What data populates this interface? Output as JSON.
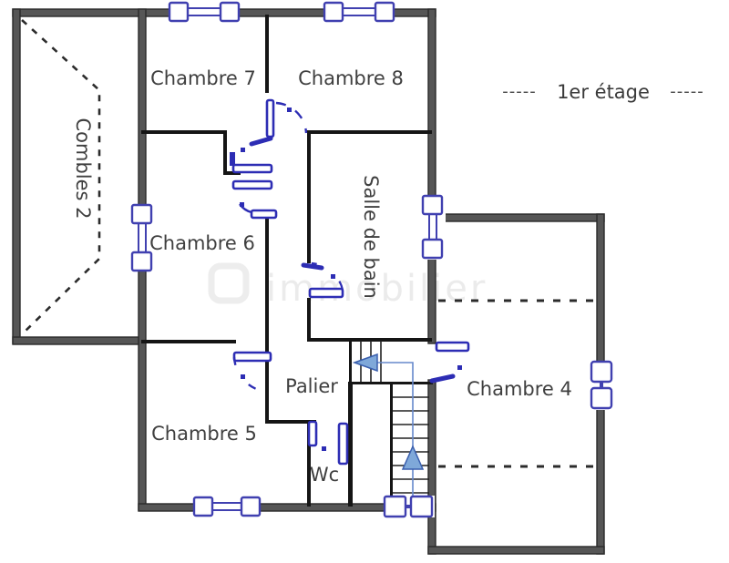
{
  "floor_plan": {
    "floor_label": {
      "text": "1er étage",
      "dash_left": "-----",
      "dash_right": "-----"
    },
    "rooms": [
      {
        "name": "Combles 2",
        "orientation": "vertical"
      },
      {
        "name": "Chambre 7",
        "orientation": "horizontal"
      },
      {
        "name": "Chambre 8",
        "orientation": "horizontal"
      },
      {
        "name": "Chambre 6",
        "orientation": "horizontal"
      },
      {
        "name": "Salle de bain",
        "orientation": "vertical"
      },
      {
        "name": "Palier",
        "orientation": "horizontal"
      },
      {
        "name": "Chambre 5",
        "orientation": "horizontal"
      },
      {
        "name": "Wc",
        "orientation": "horizontal"
      },
      {
        "name": "Chambre 4",
        "orientation": "horizontal"
      }
    ],
    "watermark": {
      "text": "immobilier"
    },
    "symbols": {
      "windows_count": 7,
      "doors_count": 8,
      "stairs": {
        "flights": 2,
        "direction": "up",
        "arrows": [
          "left",
          "up"
        ]
      }
    },
    "colors": {
      "outer_wall": "#565656",
      "inner_wall": "#151515",
      "fixture_blue": "#2d2db4",
      "stair_arrow_fill": "#7fa8d9",
      "stair_arrow_stroke": "#3a5fae",
      "dashed_line": "#2b2b2b",
      "label_text": "#3f3f3f",
      "watermark_gray": "#d9d9d9",
      "background": "#ffffff"
    }
  }
}
